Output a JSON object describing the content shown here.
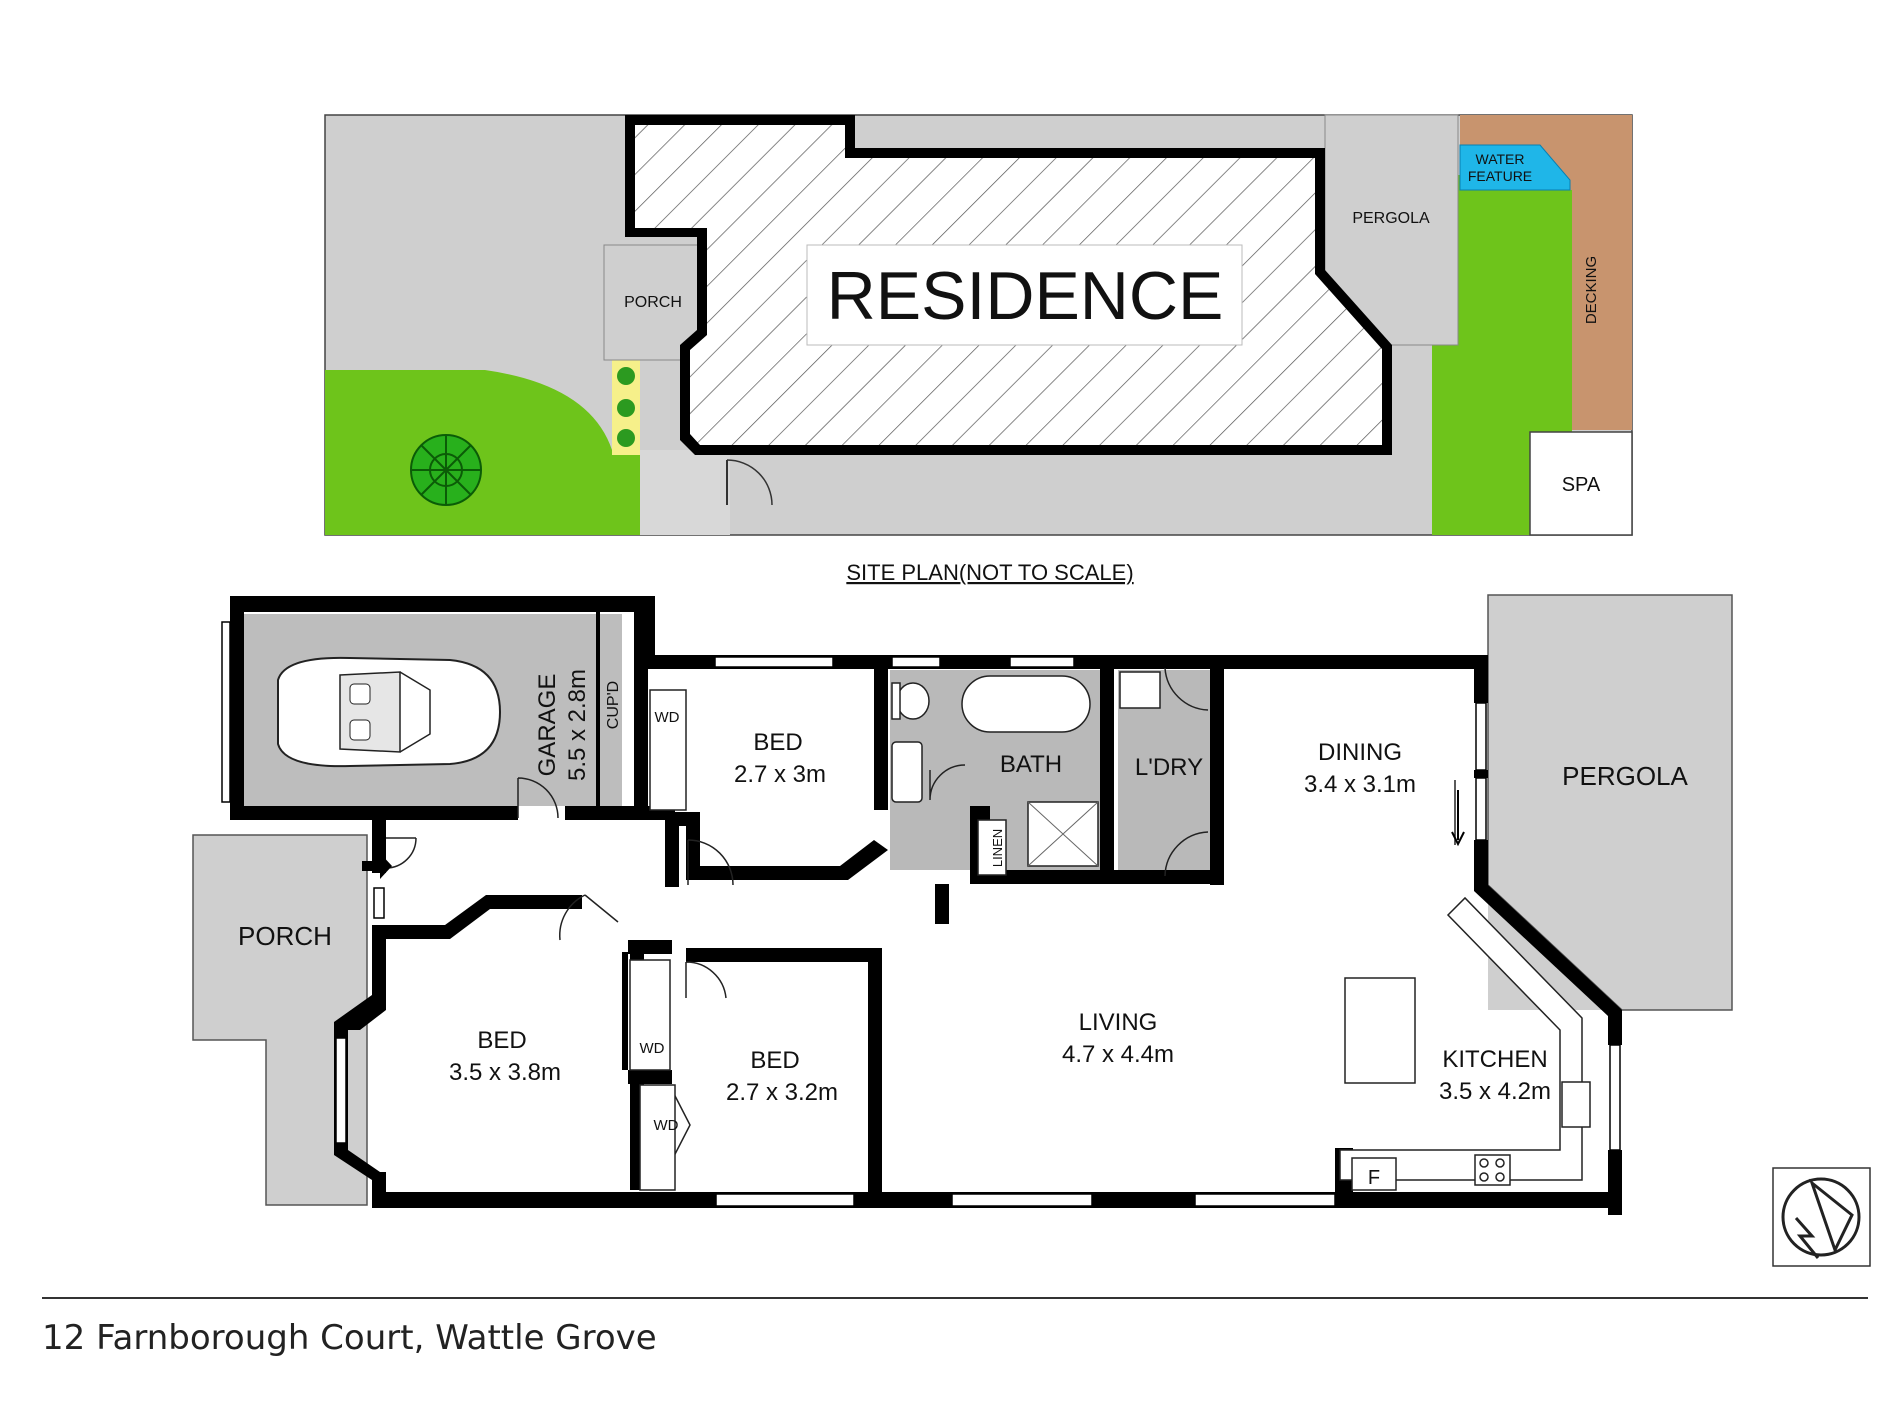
{
  "site_plan": {
    "caption": "SITE PLAN(NOT TO SCALE)",
    "labels": {
      "residence": "RESIDENCE",
      "porch": "PORCH",
      "pergola": "PERGOLA",
      "water_feature_1": "WATER",
      "water_feature_2": "FEATURE",
      "decking": "DECKING",
      "spa": "SPA"
    }
  },
  "floor_plan": {
    "garage": {
      "name": "GARAGE",
      "size": "5.5 x 2.8m",
      "cupboard": "CUP'D"
    },
    "bed_top": {
      "name": "BED",
      "size": "2.7 x 3m"
    },
    "bath": {
      "name": "BATH"
    },
    "laundry": {
      "name": "L'DRY"
    },
    "linen": {
      "name": "LINEN"
    },
    "dining": {
      "name": "DINING",
      "size": "3.4 x 3.1m"
    },
    "pergola": {
      "name": "PERGOLA"
    },
    "porch": {
      "name": "PORCH"
    },
    "bed_left": {
      "name": "BED",
      "size": "3.5 x 3.8m"
    },
    "bed_mid": {
      "name": "BED",
      "size": "2.7 x 3.2m"
    },
    "living": {
      "name": "LIVING",
      "size": "4.7 x 4.4m"
    },
    "kitchen": {
      "name": "KITCHEN",
      "size": "3.5 x 4.2m"
    },
    "wardrobe": "WD",
    "fridge": "F"
  },
  "footer": {
    "address": "12 Farnborough Court, Wattle Grove"
  },
  "colors": {
    "lawn": "#6ec41b",
    "paving": "#cfcfcf",
    "decking": "#c8946e",
    "water": "#1fb6e8",
    "wall": "#000000",
    "wet_area": "#b9b9b9"
  }
}
